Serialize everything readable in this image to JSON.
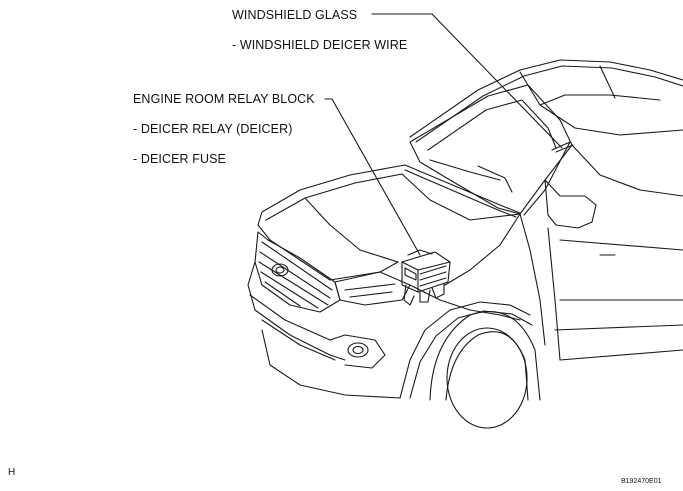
{
  "callouts": {
    "windshield_glass": {
      "title": "WINDSHIELD GLASS",
      "items": [
        "- WINDSHIELD DEICER WIRE"
      ]
    },
    "engine_room_relay_block": {
      "title": "ENGINE ROOM RELAY BLOCK",
      "items": [
        "- DEICER RELAY (DEICER)",
        "- DEICER FUSE"
      ]
    }
  },
  "footer": {
    "left_mark": "H",
    "figure_code": "B192470E01"
  },
  "colors": {
    "line": "#1a1a1a",
    "background": "#ffffff"
  }
}
